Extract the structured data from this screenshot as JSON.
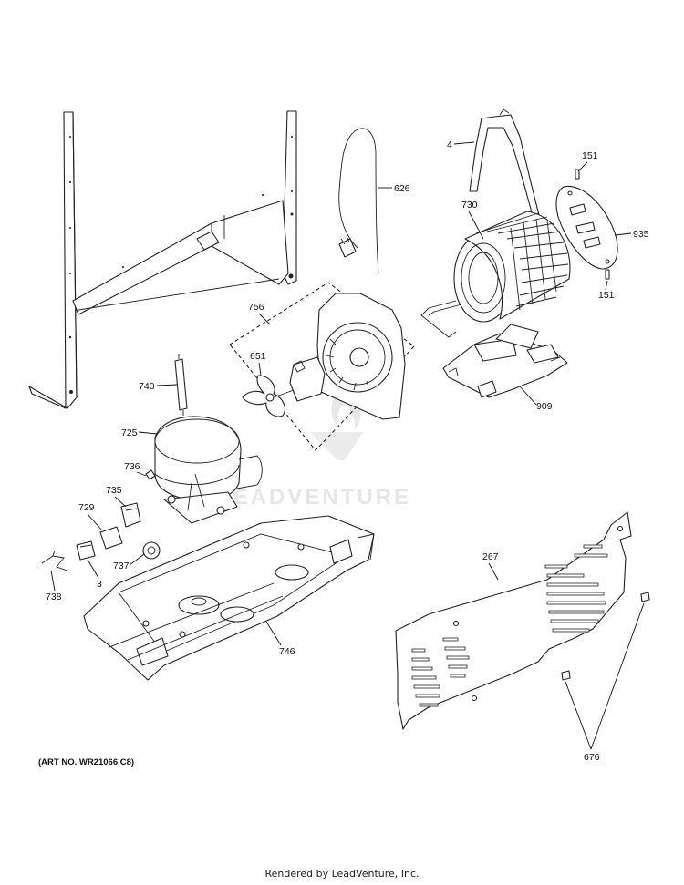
{
  "watermark": "LEADVENTURE",
  "art_number": "(ART NO. WR21066 C8)",
  "footer": "Rendered by LeadVenture, Inc.",
  "callouts": {
    "c4": "4",
    "c151a": "151",
    "c626": "626",
    "c730": "730",
    "c935": "935",
    "c151b": "151",
    "c756": "756",
    "c651": "651",
    "c740": "740",
    "c909": "909",
    "c725": "725",
    "c736": "736",
    "c735": "735",
    "c729": "729",
    "c737": "737",
    "c3": "3",
    "c738": "738",
    "c746": "746",
    "c267": "267",
    "c676": "676"
  }
}
